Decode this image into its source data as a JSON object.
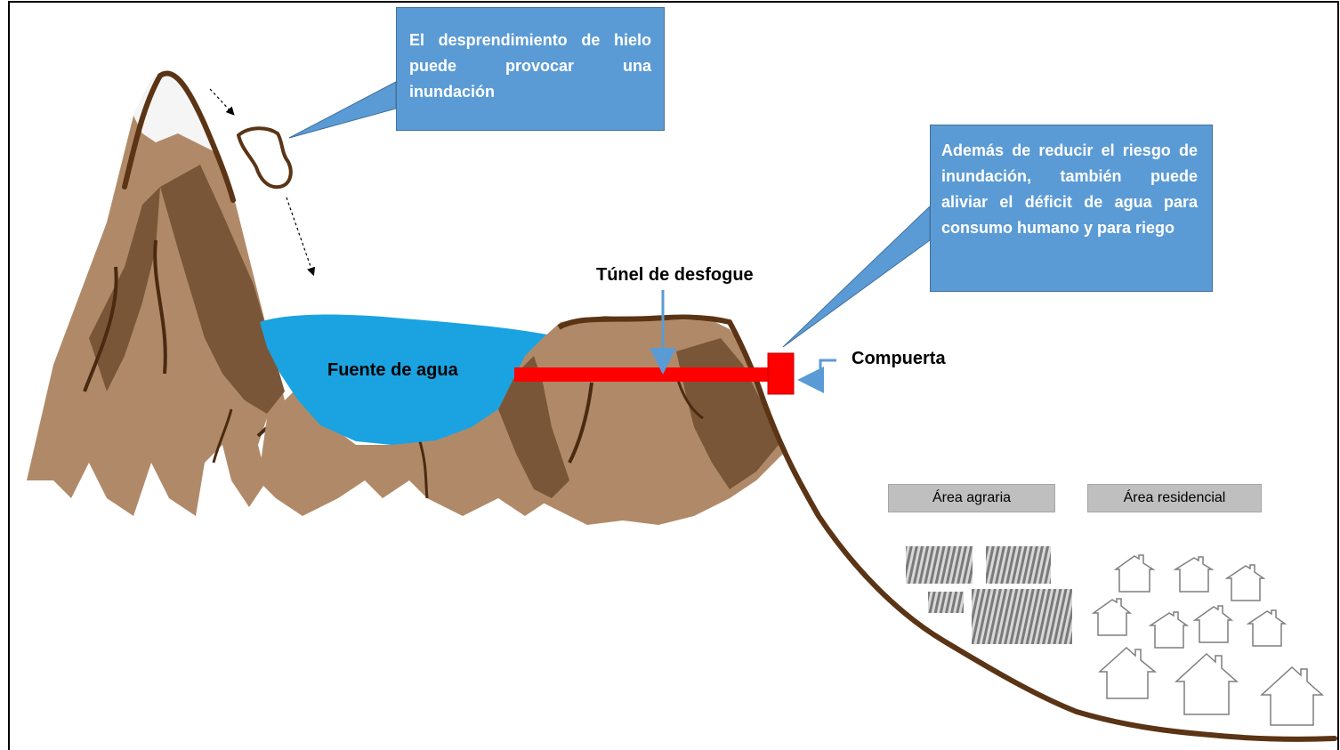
{
  "callouts": {
    "ice": "El desprendimiento de hielo puede provocar una inundación",
    "benefit": "Además de reducir el riesgo de inundación, también puede aliviar el déficit de agua para consumo humano y para riego"
  },
  "labels": {
    "tunnel": "Túnel de desfogue",
    "water_source": "Fuente de agua",
    "gate": "Compuerta"
  },
  "areas": {
    "agrarian": "Área agraria",
    "residential": "Área residencial"
  },
  "colors": {
    "callout_fill": "#5b9bd5",
    "water": "#1aa3e0",
    "tunnel": "#ff0000",
    "mountain_dark": "#6b4a2e",
    "mountain_light": "#b08a68",
    "outline": "#5a3415"
  }
}
